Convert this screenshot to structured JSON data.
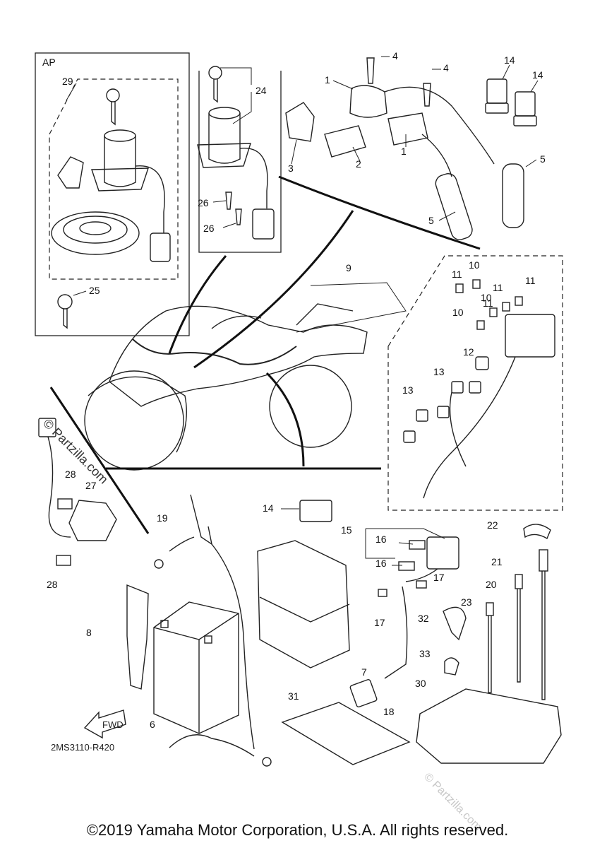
{
  "diagram": {
    "kit_label": "AP",
    "callouts": [
      "29",
      "24",
      "26",
      "26",
      "25",
      "4",
      "4",
      "1",
      "1",
      "2",
      "3",
      "5",
      "5",
      "14",
      "14",
      "14",
      "9",
      "10",
      "10",
      "10",
      "11",
      "11",
      "11",
      "11",
      "12",
      "13",
      "13",
      "27",
      "28",
      "28",
      "19",
      "15",
      "16",
      "16",
      "17",
      "17",
      "18",
      "22",
      "21",
      "20",
      "23",
      "32",
      "33",
      "30",
      "31",
      "8",
      "6",
      "7"
    ],
    "fwd_label": "FWD",
    "reference_code": "2MS3110-R420",
    "watermark": "© Partzilla.com",
    "watermark_faint": "© Partzilla.com",
    "copyright": "©2019 Yamaha Motor Corporation, U.S.A. All rights reserved."
  }
}
